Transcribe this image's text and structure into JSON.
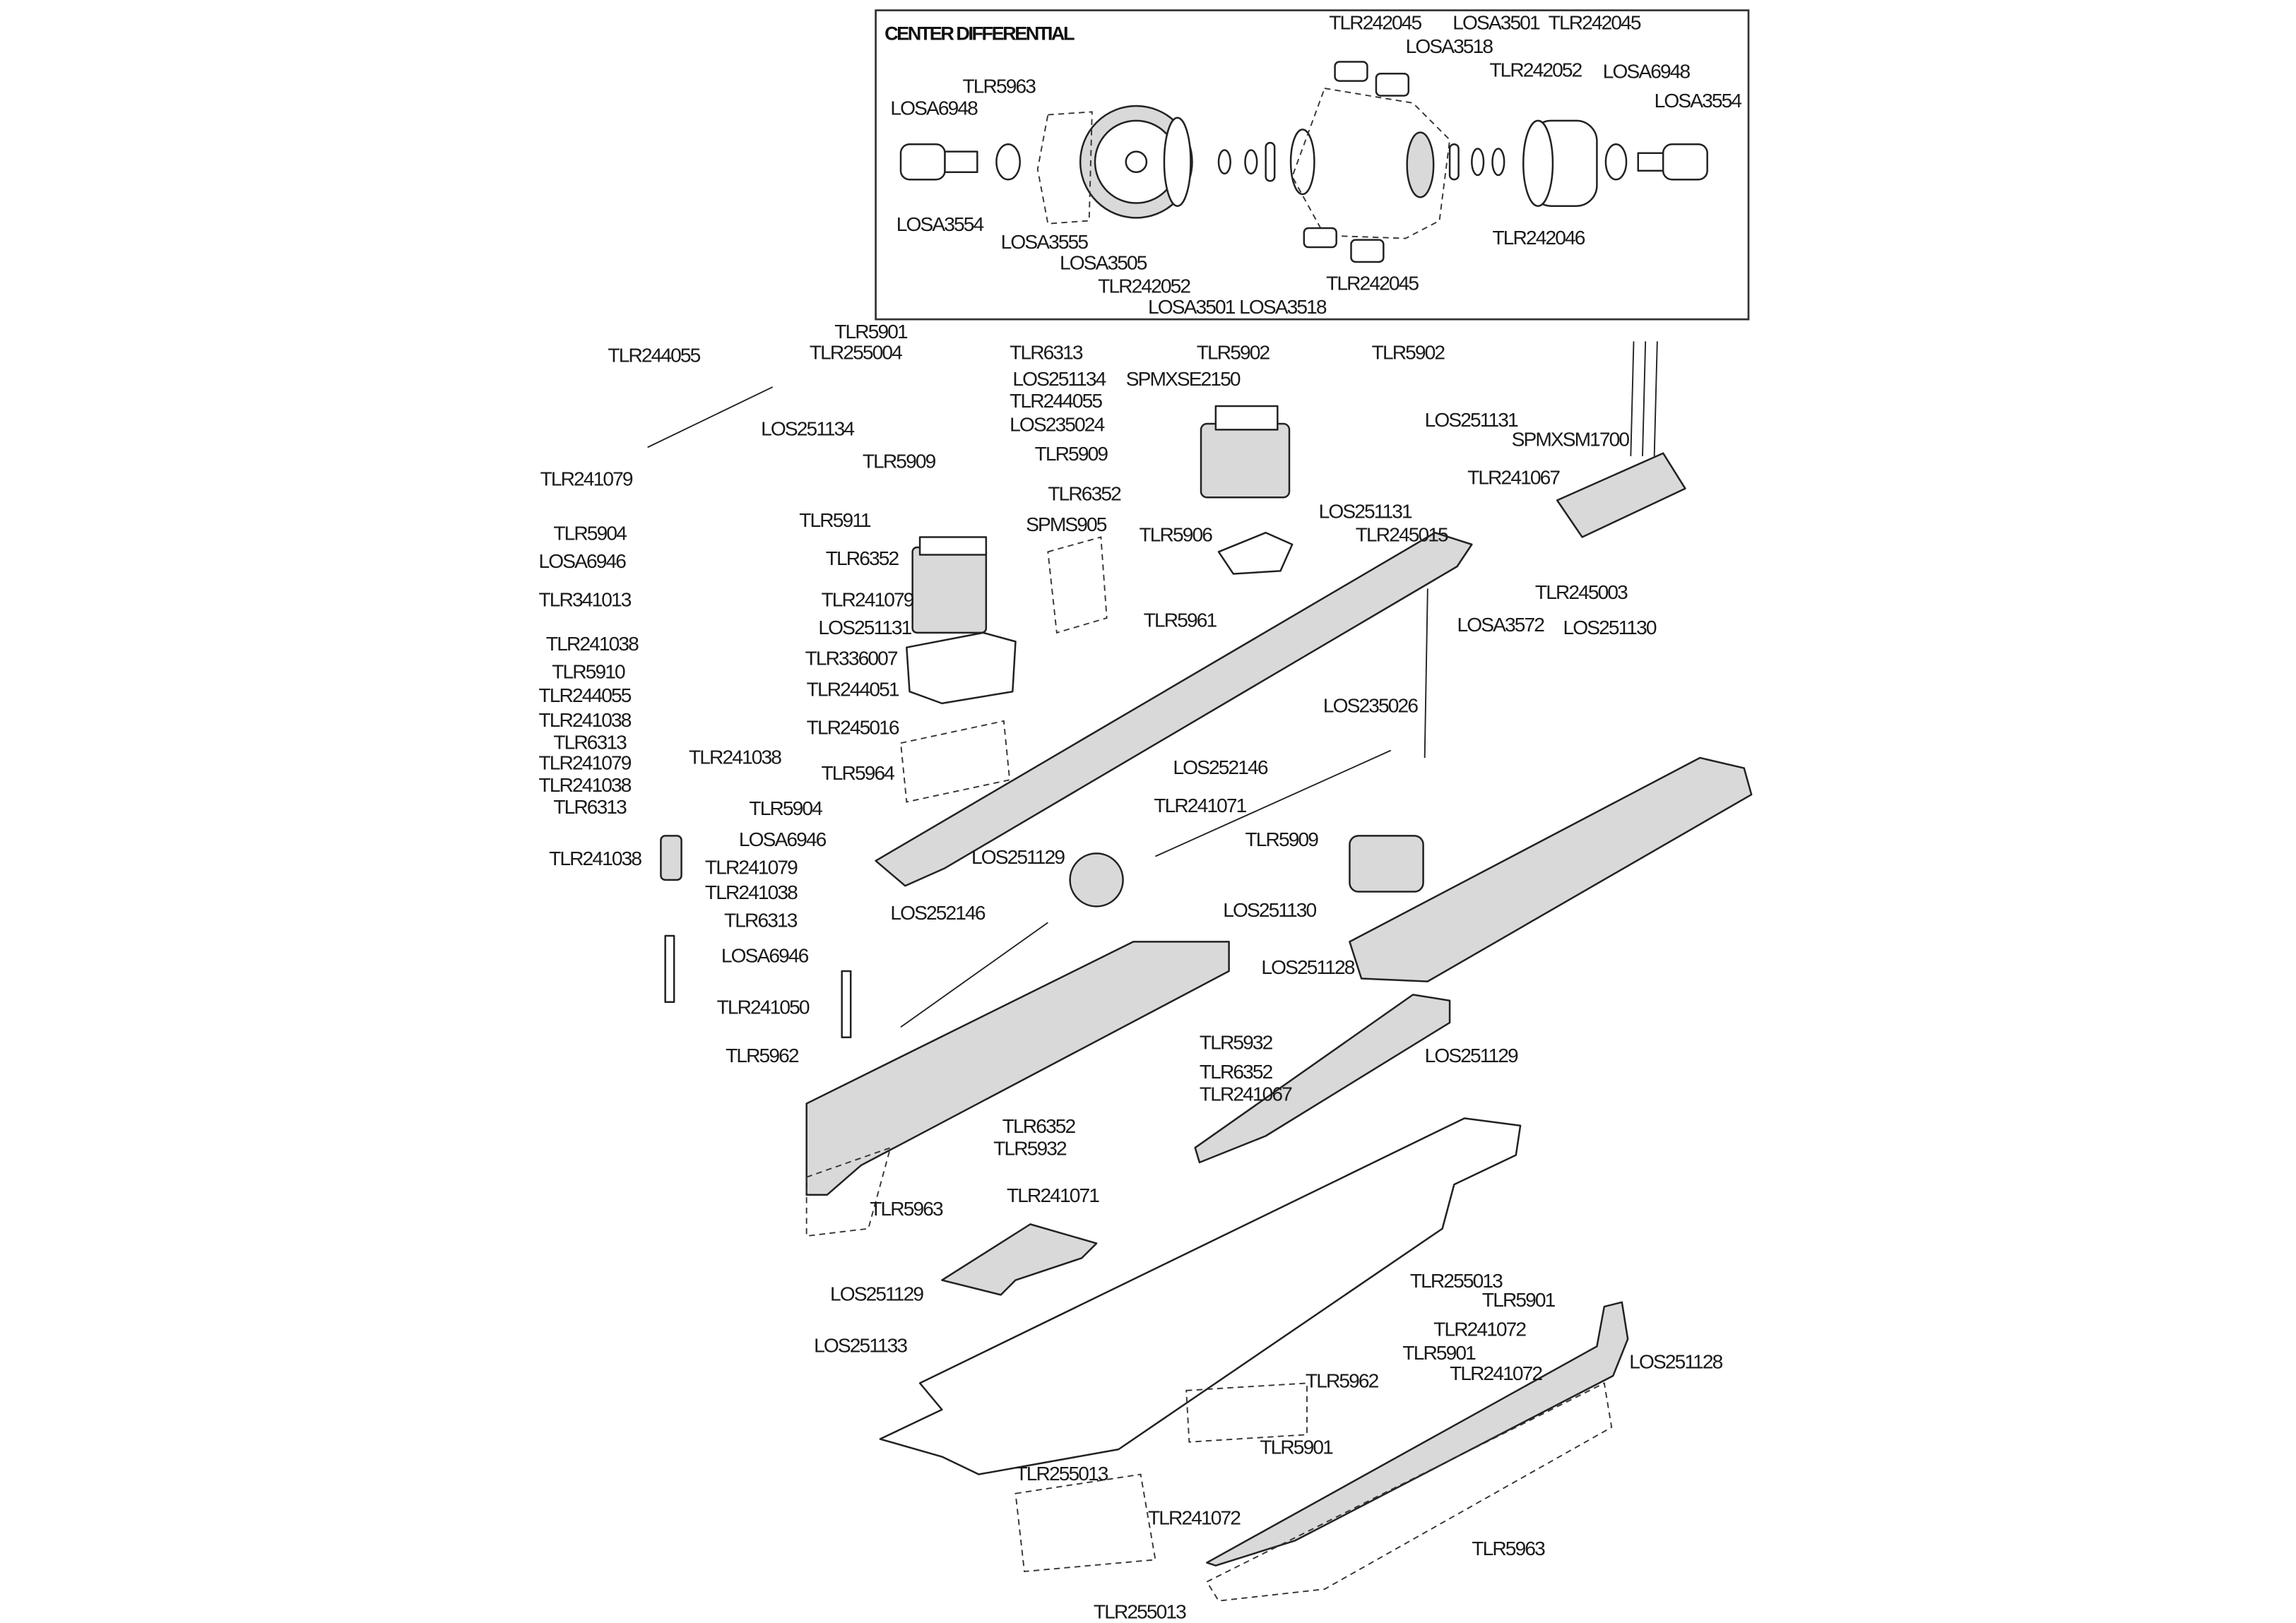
{
  "inset": {
    "title": "CENTER DIFFERENTIAL",
    "labels": [
      "TLR242045",
      "LOSA3501",
      "TLR242045",
      "LOSA3518",
      "TLR242052",
      "LOSA6948",
      "TLR5963",
      "LOSA6948",
      "LOSA3554",
      "LOSA3554",
      "TLR242046",
      "LOSA3555",
      "LOSA3505",
      "TLR242045",
      "TLR242052",
      "LOSA3501",
      "LOSA3518"
    ]
  },
  "labels": [
    "TLR5901",
    "TLR255004",
    "TLR6313",
    "TLR244055",
    "LOS251134",
    "TLR244055",
    "LOS235024",
    "LOS251134",
    "TLR5902",
    "TLR5902",
    "SPMXSE2150",
    "LOS251131",
    "SPMXSM1700",
    "TLR5909",
    "TLR5909",
    "TLR241079",
    "TLR241067",
    "TLR6352",
    "TLR5911",
    "SPMS905",
    "LOS251131",
    "TLR245015",
    "TLR5904",
    "TLR5906",
    "TLR6352",
    "LOSA6946",
    "TLR245003",
    "TLR241079",
    "TLR341013",
    "LOS251131",
    "TLR5961",
    "LOSA3572",
    "LOS251130",
    "TLR241038",
    "TLR336007",
    "TLR5910",
    "TLR244051",
    "TLR244055",
    "LOS235026",
    "TLR241038",
    "TLR245016",
    "TLR6313",
    "TLR241038",
    "TLR241079",
    "TLR5964",
    "LOS252146",
    "TLR241038",
    "TLR241071",
    "TLR6313",
    "TLR5904",
    "LOSA6946",
    "TLR5909",
    "LOS251129",
    "TLR241038",
    "TLR241079",
    "TLR241038",
    "LOS251130",
    "LOS252146",
    "TLR6313",
    "LOSA6946",
    "LOS251128",
    "TLR241050",
    "TLR5962",
    "TLR5932",
    "LOS251129",
    "TLR6352",
    "TLR241067",
    "TLR6352",
    "TLR5932",
    "TLR241071",
    "TLR5963",
    "LOS251129",
    "TLR255013",
    "TLR5901",
    "LOS251133",
    "TLR241072",
    "TLR5901",
    "LOS251128",
    "TLR241072",
    "TLR5962",
    "TLR5901",
    "TLR255013",
    "TLR241072",
    "TLR5963",
    "TLR255013"
  ]
}
